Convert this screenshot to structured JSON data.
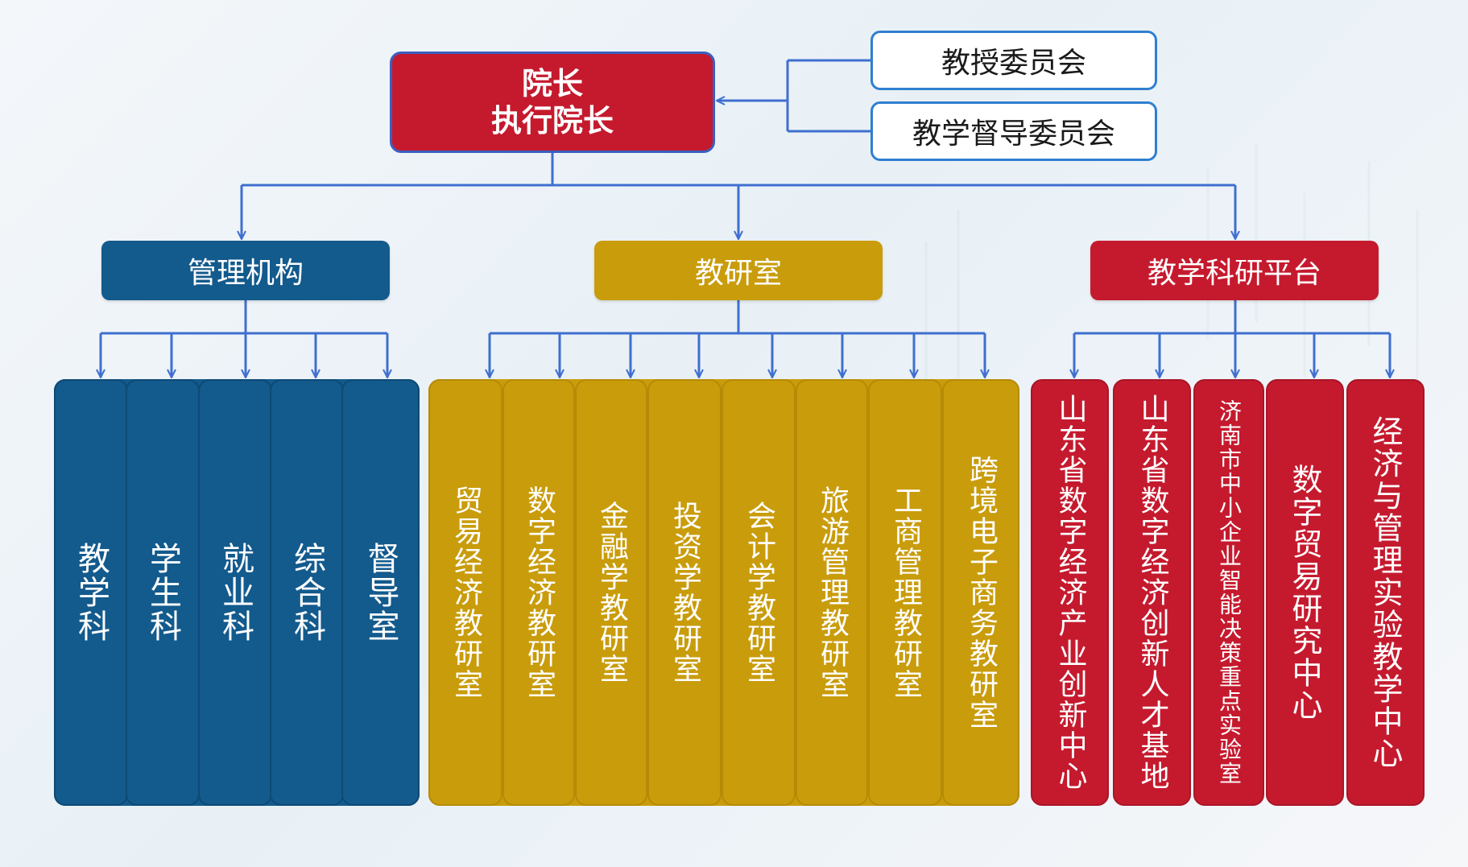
{
  "root": {
    "line1": "院长",
    "line2": "执行院长"
  },
  "committees": [
    {
      "label": "教授委员会"
    },
    {
      "label": "教学督导委员会"
    }
  ],
  "branches": {
    "management": {
      "label": "管理机构",
      "children": [
        "教学科",
        "学生科",
        "就业科",
        "综合科",
        "督导室"
      ]
    },
    "teaching": {
      "label": "教研室",
      "children": [
        "贸易经济教研室",
        "数字经济教研室",
        "金融学教研室",
        "投资学教研室",
        "会计学教研室",
        "旅游管理教研室",
        "工商管理教研室",
        "跨境电子商务教研室"
      ]
    },
    "research": {
      "label": "教学科研平台",
      "children": [
        "山东省数字经济产业创新中心",
        "山东省数字经济创新人才基地",
        "济南市中小企业智能决策重点实验室",
        "数字贸易研究中心",
        "经济与管理实验教学中心"
      ]
    }
  },
  "colors": {
    "red": "#c51a2e",
    "blue": "#135a8d",
    "gold": "#c99c0b",
    "connector": "#3f6fcf"
  }
}
